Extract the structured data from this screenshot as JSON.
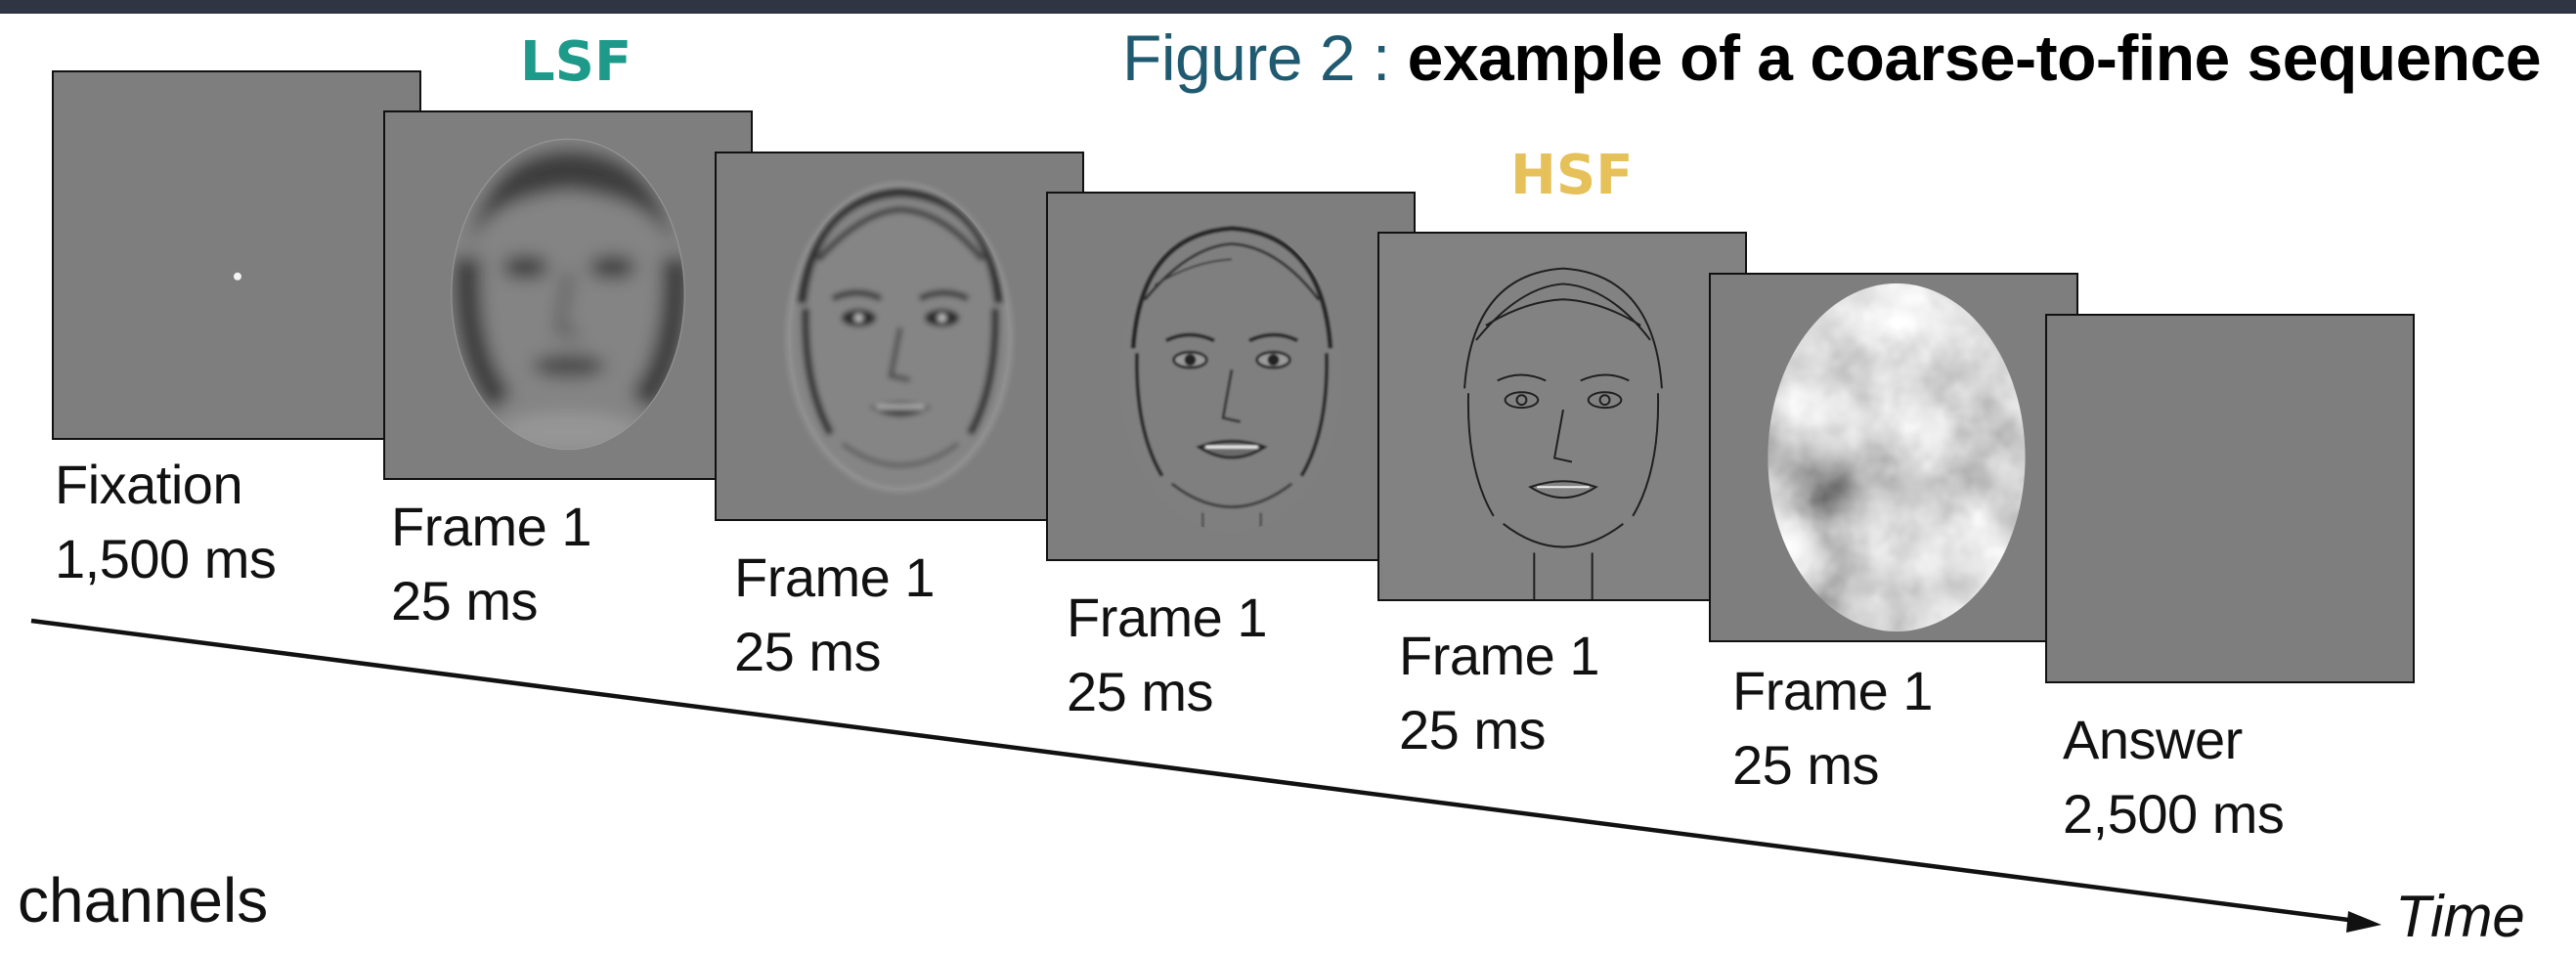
{
  "title": {
    "prefix": "Figure 2 :",
    "bold": "example of a coarse-to-fine sequence"
  },
  "bands": {
    "lsf": "LSF",
    "hsf": "HSF",
    "lsf_color": "#1e9a8a",
    "hsf_color": "#e6c15a"
  },
  "frames": [
    {
      "kind": "fixation",
      "line1": "Fixation",
      "line2": "1,500 ms"
    },
    {
      "kind": "face-lsf",
      "line1": "Frame 1",
      "line2": "25 ms"
    },
    {
      "kind": "face-mid1",
      "line1": "Frame 1",
      "line2": "25 ms"
    },
    {
      "kind": "face-mid2",
      "line1": "Frame 1",
      "line2": "25 ms"
    },
    {
      "kind": "face-hsf",
      "line1": "Frame 1",
      "line2": "25 ms"
    },
    {
      "kind": "noise-mask",
      "line1": "Frame 1",
      "line2": "25 ms"
    },
    {
      "kind": "blank",
      "line1": "Answer",
      "line2": "2,500 ms"
    }
  ],
  "axis": {
    "label": "Time"
  },
  "footer": {
    "text": "channels"
  }
}
